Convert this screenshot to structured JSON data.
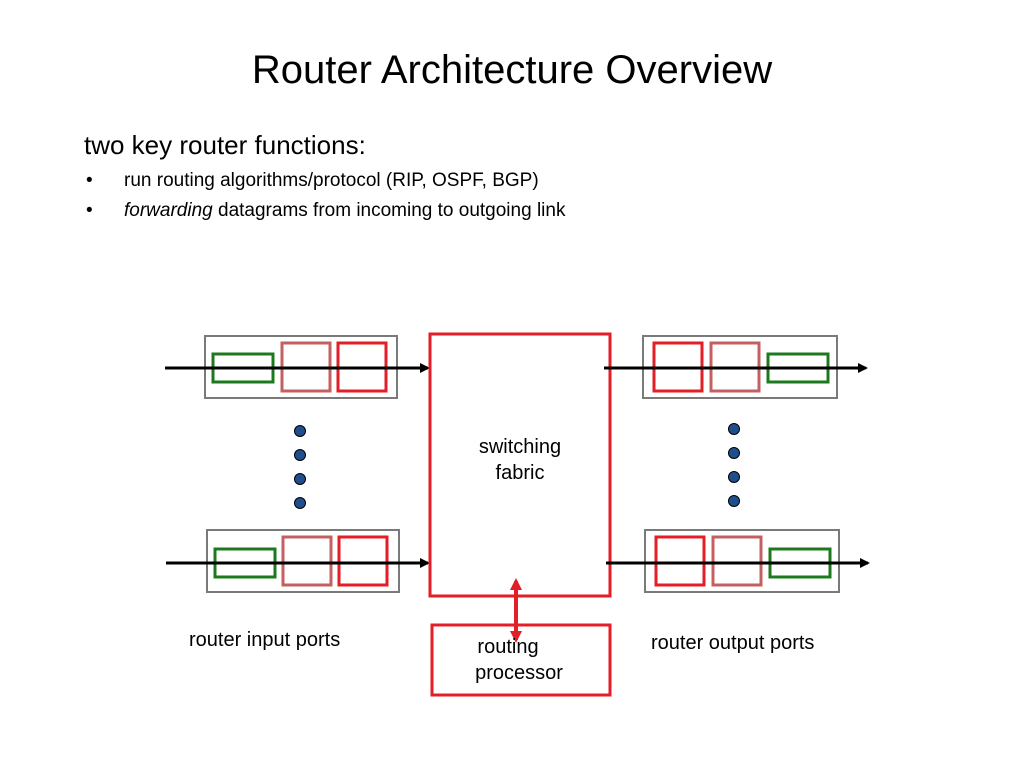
{
  "title": "Router Architecture Overview",
  "intro": "two key router functions:",
  "bullets": [
    {
      "marker": "•",
      "text": "run routing algorithms/protocol (RIP, OSPF, BGP)"
    },
    {
      "marker": "•",
      "em": "forwarding",
      "text": " datagrams from incoming to outgoing link"
    }
  ],
  "diagram": {
    "switching_fabric": {
      "line1": "switching",
      "line2": "fabric"
    },
    "routing_processor": {
      "line1": "routing",
      "line2": "processor"
    },
    "input_ports_label": "router input ports",
    "output_ports_label": "router output ports"
  },
  "colors": {
    "red": "#e41e26",
    "pink": "#c46060",
    "green": "#1c7a1c",
    "gray": "#7a7a7a",
    "dot_fill": "#1f4e8c"
  }
}
